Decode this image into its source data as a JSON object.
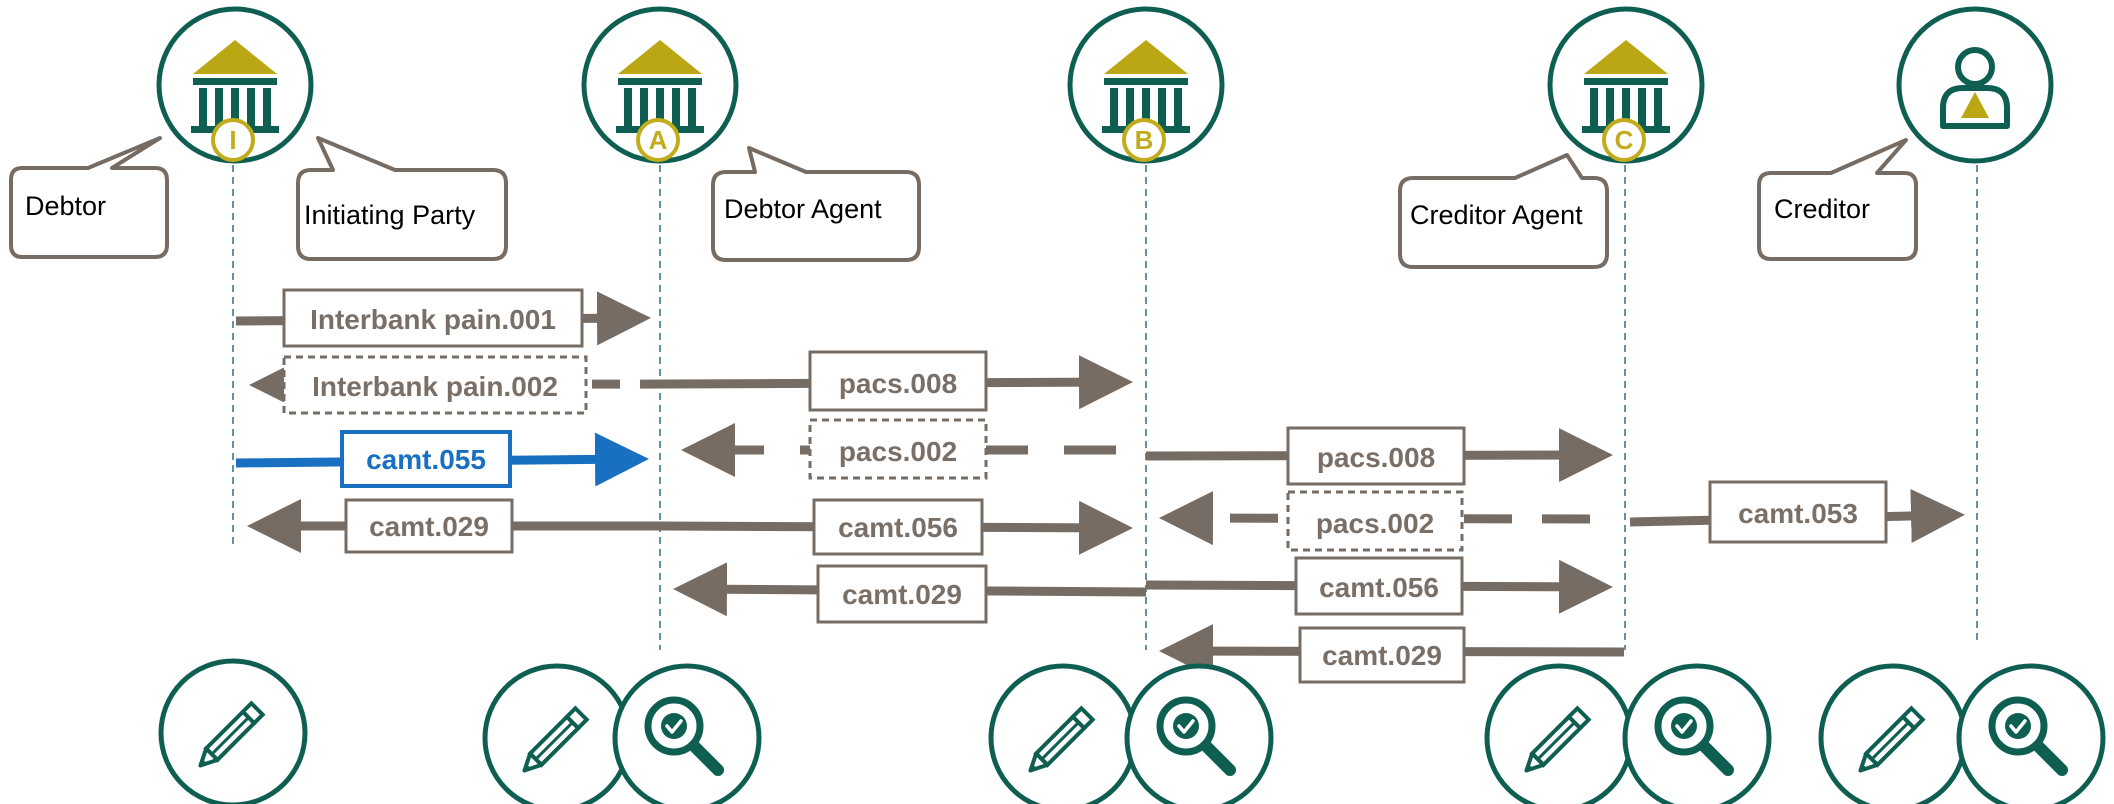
{
  "colors": {
    "teal": "#0e5f52",
    "gold": "#bba714",
    "gray": "#776c64",
    "blue": "#1a70c0",
    "lifeline": "#3a7a86"
  },
  "participants": [
    {
      "id": "I",
      "badge": "I",
      "icon": "bank-icon",
      "label": "Debtor",
      "label2": "Initiating Party"
    },
    {
      "id": "A",
      "badge": "A",
      "icon": "bank-icon",
      "label": "Debtor Agent"
    },
    {
      "id": "B",
      "badge": "B",
      "icon": "bank-icon"
    },
    {
      "id": "C",
      "badge": "C",
      "icon": "bank-icon",
      "label": "Creditor Agent"
    },
    {
      "id": "CR",
      "icon": "person-icon",
      "label": "Creditor"
    }
  ],
  "messages": {
    "m1": "Interbank pain.001",
    "m2": "Interbank pain.002",
    "m3": "pacs.008",
    "m4": "camt.055",
    "m5": "pacs.002",
    "m6": "pacs.008",
    "m7": "camt.029",
    "m8": "camt.056",
    "m9": "pacs.002",
    "m10": "camt.053",
    "m11": "camt.029",
    "m12": "camt.056",
    "m13": "camt.029"
  },
  "roles": [
    {
      "participant": "I",
      "icons": [
        "pencil-icon"
      ]
    },
    {
      "participant": "A",
      "icons": [
        "pencil-icon",
        "magnifier-check-icon"
      ]
    },
    {
      "participant": "B",
      "icons": [
        "pencil-icon",
        "magnifier-check-icon"
      ]
    },
    {
      "participant": "C",
      "icons": [
        "pencil-icon",
        "magnifier-check-icon"
      ]
    },
    {
      "participant": "CR",
      "icons": [
        "pencil-icon",
        "magnifier-check-icon"
      ]
    }
  ]
}
